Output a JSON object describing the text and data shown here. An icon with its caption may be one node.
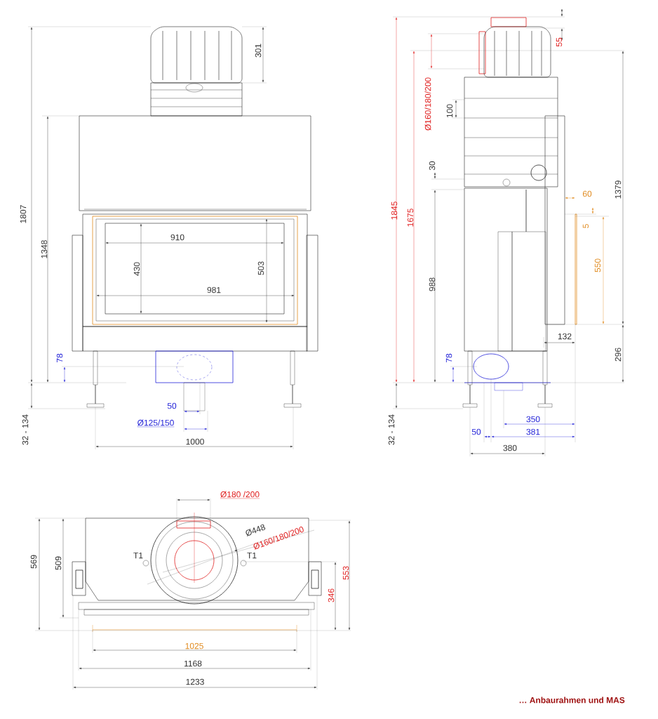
{
  "diagram": {
    "caption": "… Anbaurahmen und MAS",
    "labels": [
      "301",
      "1807",
      "1348",
      "910",
      "430",
      "503",
      "981",
      "78",
      "32 - 134",
      "50",
      "Ø125/150",
      "1000",
      "55",
      "Ø160/180/200",
      "100",
      "30",
      "1845",
      "1675",
      "1379",
      "60",
      "5",
      "550",
      "988",
      "132",
      "296",
      "78",
      "32 - 134",
      "350",
      "50",
      "381",
      "380",
      "Ø180 /200",
      "Ø448",
      "Ø160/180/200",
      "T1",
      "T1",
      "569",
      "509",
      "553",
      "346",
      "1025",
      "1168",
      "1233"
    ]
  }
}
